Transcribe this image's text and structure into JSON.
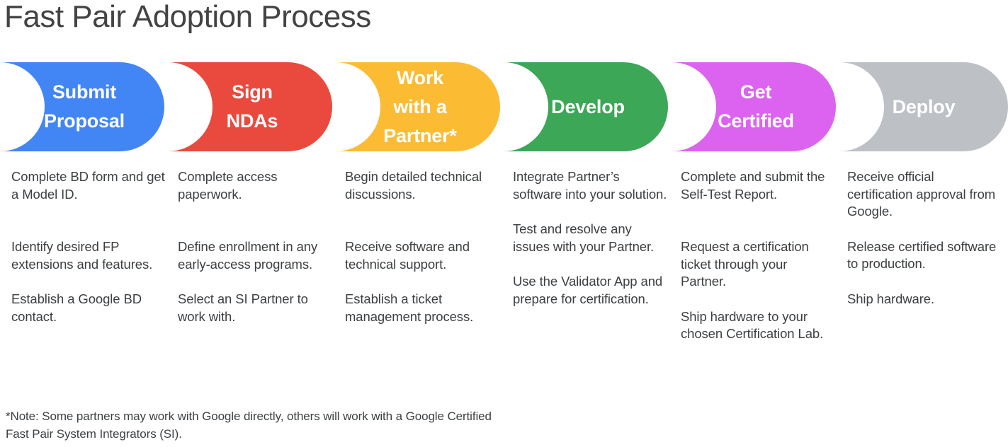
{
  "page": {
    "title": "Fast Pair Adoption Process",
    "title_color": "#434343",
    "background": "#ffffff",
    "body_text_color": "#3c4043"
  },
  "process": {
    "steps": [
      {
        "id": "submit-proposal",
        "label": "Submit\nProposal",
        "label_line1": "Submit",
        "label_line2": "Proposal",
        "color": "#4285F4",
        "color_name": "blue",
        "items": [
          "Complete BD form and get a Model ID.",
          "Identify desired FP extensions and features.",
          "Establish a Google BD contact."
        ]
      },
      {
        "id": "sign-ndas",
        "label": "Sign\nNDAs",
        "label_line1": "Sign",
        "label_line2": "NDAs",
        "color": "#E94A3D",
        "color_name": "red",
        "items": [
          "Complete access paperwork.",
          "Define enrollment in any early-access programs.",
          "Select an SI Partner to work with."
        ]
      },
      {
        "id": "work-with-a-partner",
        "label": "Work\nwith a\nPartner*",
        "label_line1": "Work",
        "label_line2": "with a",
        "label_line3": "Partner*",
        "color": "#FBBC34",
        "color_name": "yellow",
        "items": [
          "Begin detailed technical discussions.",
          "Receive software and technical support.",
          "Establish a ticket management process."
        ]
      },
      {
        "id": "develop",
        "label": "Develop",
        "label_line1": "Develop",
        "color": "#3CA757",
        "color_name": "green",
        "items": [
          "Integrate Partner’s software into your solution.",
          "Test and resolve any issues with your Partner.",
          "Use the Validator App and prepare for certification."
        ]
      },
      {
        "id": "get-certified",
        "label": "Get\nCertified",
        "label_line1": "Get",
        "label_line2": "Certified",
        "color": "#DB63EF",
        "color_name": "magenta",
        "items": [
          "Complete and submit the Self-Test Report.",
          "Request a certification ticket through your Partner.",
          "Ship hardware to your chosen Certification Lab."
        ]
      },
      {
        "id": "deploy",
        "label": "Deploy",
        "label_line1": "Deploy",
        "color": "#BDC1C6",
        "color_name": "gray",
        "items": [
          "Receive official certification approval from Google.",
          "Release certified software to production.",
          "Ship hardware."
        ]
      }
    ]
  },
  "footnote": {
    "text": "*Note: Some partners may work with Google directly, others will work with a Google Certified Fast Pair System Integrators (SI)."
  }
}
